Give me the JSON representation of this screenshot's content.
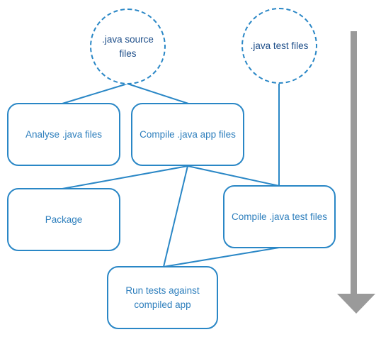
{
  "source_files": {
    "label": ".java source files",
    "line1": ".java source",
    "line2": "files"
  },
  "test_files": {
    "label": ".java test files"
  },
  "analyse": {
    "label": "Analyse .java files"
  },
  "compile_app": {
    "label": "Compile .java app files"
  },
  "package": {
    "label": "Package"
  },
  "compile_test": {
    "label": "Compile .java test files"
  },
  "run_tests": {
    "line1": "Run tests against",
    "line2": "compiled app"
  },
  "colors": {
    "node_border": "#2a87c6",
    "node_text": "#2e7fbd",
    "circle_text": "#1f4f8a",
    "flow_arrow": "#9a9a9a"
  },
  "icons": {
    "flow": "down-arrow-icon"
  }
}
